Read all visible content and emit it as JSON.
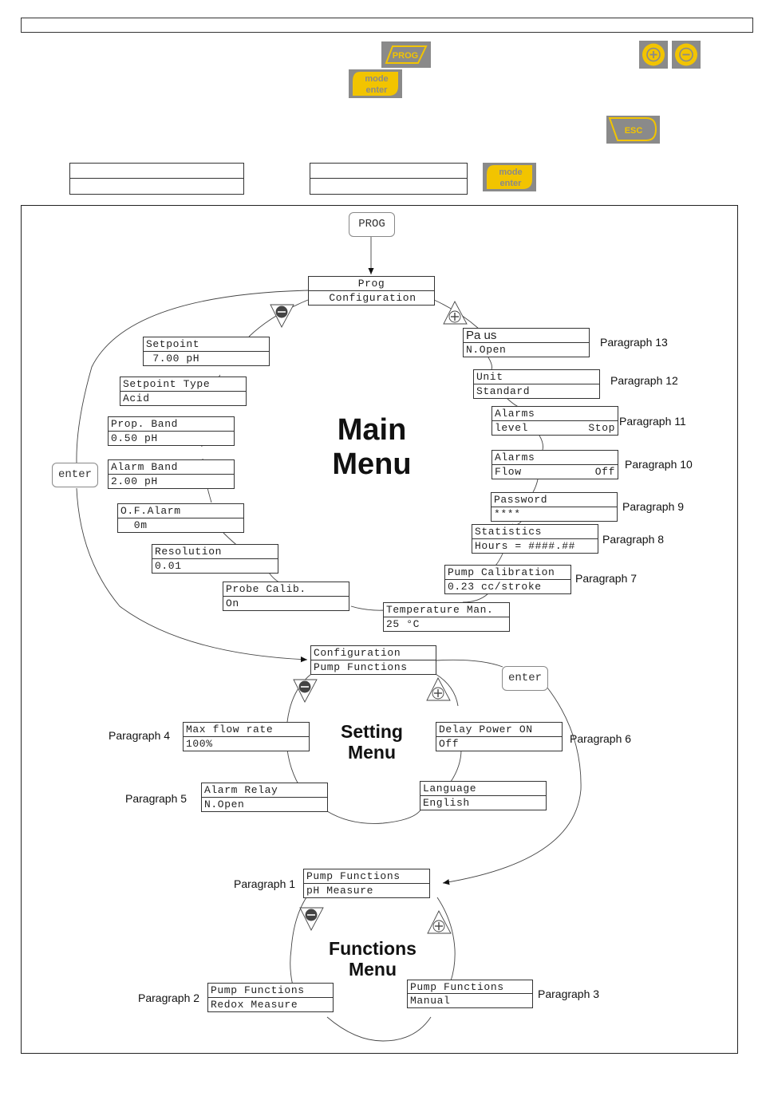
{
  "keys": {
    "prog": "PROG",
    "mode": "mode",
    "enter": "enter",
    "esc": "ESC",
    "plus": "+",
    "minus": "−"
  },
  "colors": {
    "key_yellow": "#f2c400",
    "key_grey": "#8a8a8a"
  },
  "main_menu": {
    "title_line1": "Main",
    "title_line2": "Menu",
    "prog_tag": "PROG",
    "enter_tag": "enter",
    "top": {
      "l1": "Prog",
      "l2": "Configuration"
    },
    "left_items": [
      {
        "l1": "Setpoint",
        "l2": " 7.00 pH"
      },
      {
        "l1": "Setpoint Type",
        "l2": "Acid"
      },
      {
        "l1": "Prop. Band",
        "l2": "0.50 pH"
      },
      {
        "l1": "Alarm Band",
        "l2": "2.00 pH"
      },
      {
        "l1": "O.F.Alarm",
        "l2": "  0m"
      },
      {
        "l1": "Resolution",
        "l2": "0.01"
      },
      {
        "l1": "Probe Calib.",
        "l2": "On"
      }
    ],
    "right_items": [
      {
        "l1": "Pa us",
        "l2": "N.Open",
        "l2b": "",
        "para": "Paragraph 13"
      },
      {
        "l1": "Unit",
        "l2": "Standard",
        "l2b": "",
        "para": "Paragraph 12"
      },
      {
        "l1": "Alarms",
        "l2": "level",
        "l2b": "Stop",
        "para": "Paragraph 11"
      },
      {
        "l1": "Alarms",
        "l2": "Flow",
        "l2b": "Off",
        "para": "Paragraph 10"
      },
      {
        "l1": "Password",
        "l2": "****",
        "l2b": "",
        "para": "Paragraph 9"
      },
      {
        "l1": "Statistics",
        "l2": "Hours = ####.##",
        "l2b": "",
        "para": "Paragraph 8"
      },
      {
        "l1": "Pump Calibration",
        "l2": "0.23 cc/stroke",
        "l2b": "",
        "para": "Paragraph 7"
      },
      {
        "l1": "Temperature Man.",
        "l2": "25 °C",
        "l2b": "",
        "para": ""
      }
    ]
  },
  "setting_menu": {
    "title_line1": "Setting",
    "title_line2": "Menu",
    "enter_tag": "enter",
    "top": {
      "l1": "Configuration",
      "l2": "Pump Functions"
    },
    "max_flow": {
      "l1": "Max flow rate",
      "l2": "100%",
      "para": "Paragraph 4"
    },
    "alarm_relay": {
      "l1": "Alarm Relay",
      "l2": "N.Open",
      "para": "Paragraph 5"
    },
    "delay_power": {
      "l1": "Delay Power ON",
      "l2": "Off",
      "para": "Paragraph 6"
    },
    "language": {
      "l1": "Language",
      "l2": "English"
    }
  },
  "functions_menu": {
    "title_line1": "Functions",
    "title_line2": "Menu",
    "top": {
      "l1": "Pump Functions",
      "l2": "pH Measure",
      "para": "Paragraph 1"
    },
    "redox": {
      "l1": "Pump Functions",
      "l2": "Redox Measure",
      "para": "Paragraph 2"
    },
    "manual": {
      "l1": "Pump Functions",
      "l2": "Manual",
      "para": "Paragraph 3"
    }
  }
}
